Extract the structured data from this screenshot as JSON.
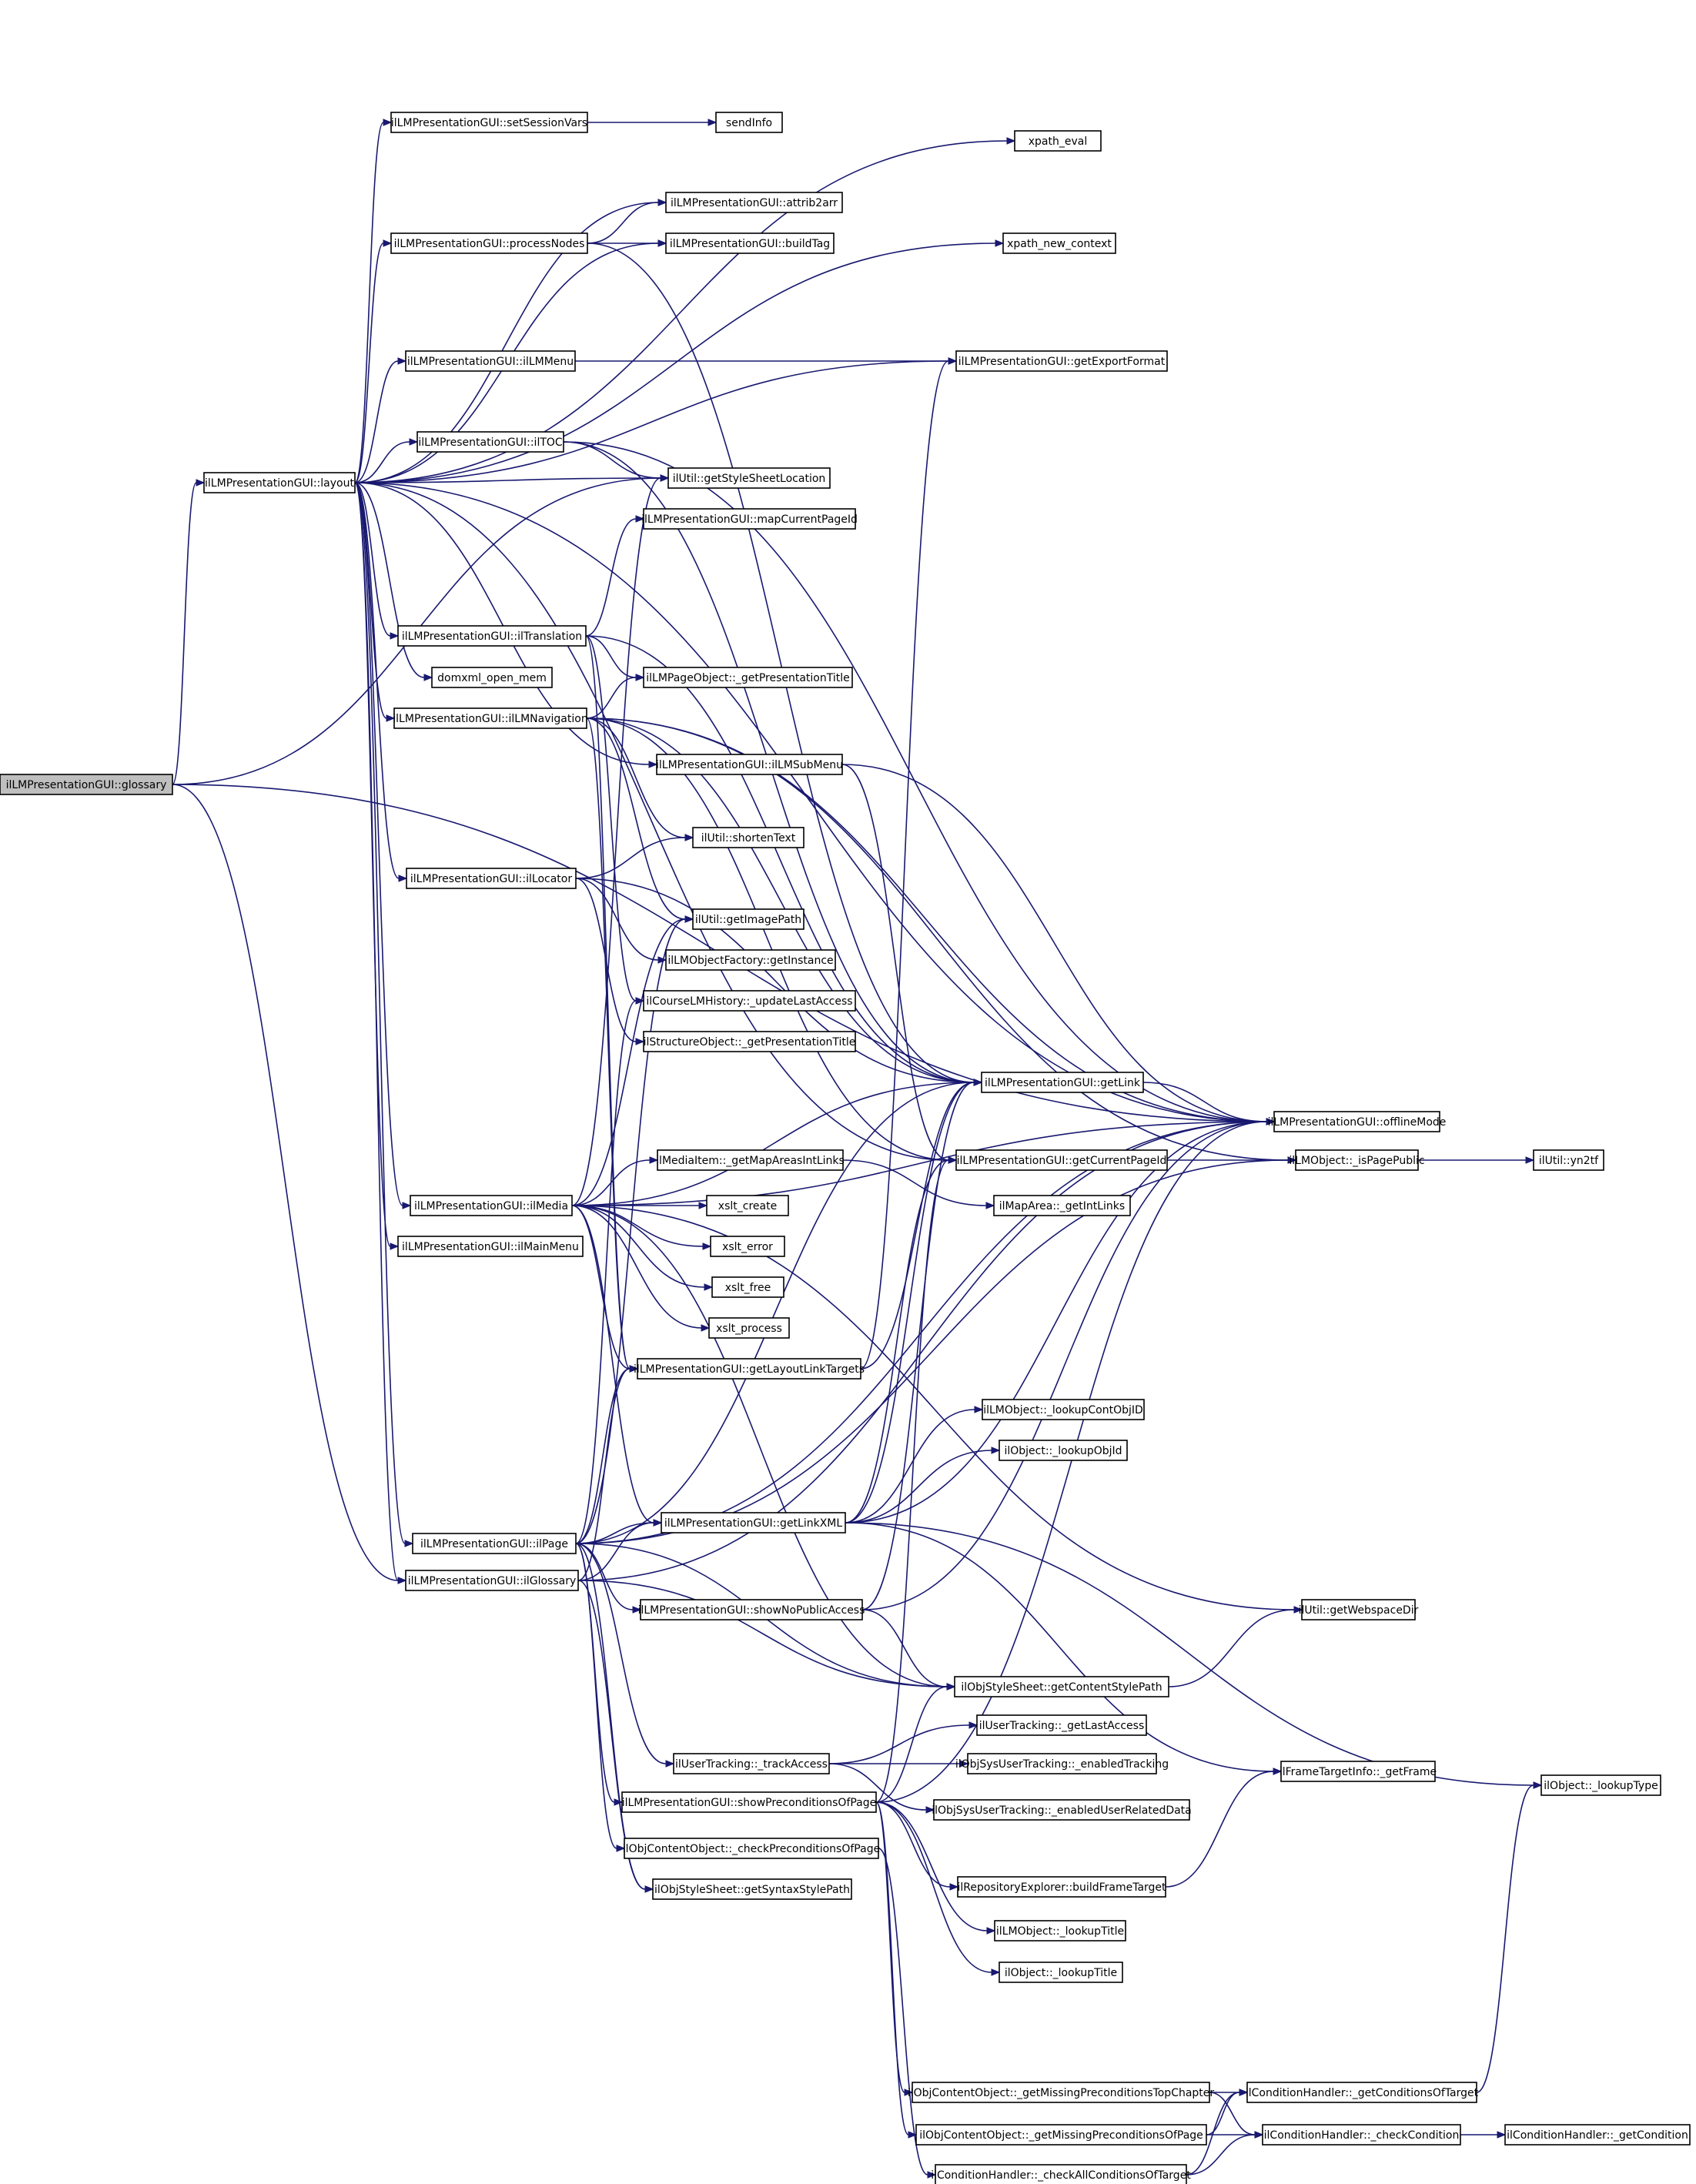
{
  "graph": {
    "type": "call-graph",
    "nodes": [
      {
        "id": "glossary",
        "label": "ilLMPresentationGUI::glossary"
      },
      {
        "id": "layout",
        "label": "ilLMPresentationGUI::layout"
      },
      {
        "id": "setSessionVars",
        "label": "ilLMPresentationGUI::setSessionVars"
      },
      {
        "id": "sendInfo",
        "label": "sendInfo"
      },
      {
        "id": "xpath_eval",
        "label": "xpath_eval"
      },
      {
        "id": "attrib2arr",
        "label": "ilLMPresentationGUI::attrib2arr"
      },
      {
        "id": "processNodes",
        "label": "ilLMPresentationGUI::processNodes"
      },
      {
        "id": "buildTag",
        "label": "ilLMPresentationGUI::buildTag"
      },
      {
        "id": "xpath_new_context",
        "label": "xpath_new_context"
      },
      {
        "id": "ilLMMenu",
        "label": "ilLMPresentationGUI::ilLMMenu"
      },
      {
        "id": "getExportFormat",
        "label": "ilLMPresentationGUI::getExportFormat"
      },
      {
        "id": "ilTOC",
        "label": "ilLMPresentationGUI::ilTOC"
      },
      {
        "id": "getStyleSheetLocation",
        "label": "ilUtil::getStyleSheetLocation"
      },
      {
        "id": "mapCurrentPageId",
        "label": "ilLMPresentationGUI::mapCurrentPageId"
      },
      {
        "id": "ilTranslation",
        "label": "ilLMPresentationGUI::ilTranslation"
      },
      {
        "id": "domxml_open_mem",
        "label": "domxml_open_mem"
      },
      {
        "id": "pageGetPresentationTitle",
        "label": "ilLMPageObject::_getPresentationTitle"
      },
      {
        "id": "ilLMNavigation",
        "label": "ilLMPresentationGUI::ilLMNavigation"
      },
      {
        "id": "ilLMSubMenu",
        "label": "ilLMPresentationGUI::ilLMSubMenu"
      },
      {
        "id": "shortenText",
        "label": "ilUtil::shortenText"
      },
      {
        "id": "ilLocator",
        "label": "ilLMPresentationGUI::ilLocator"
      },
      {
        "id": "getImagePath",
        "label": "ilUtil::getImagePath"
      },
      {
        "id": "getInstance",
        "label": "ilLMObjectFactory::getInstance"
      },
      {
        "id": "updateLastAccess",
        "label": "ilCourseLMHistory::_updateLastAccess"
      },
      {
        "id": "structGetPresentationTitle",
        "label": "ilStructureObject::_getPresentationTitle"
      },
      {
        "id": "getLink",
        "label": "ilLMPresentationGUI::getLink"
      },
      {
        "id": "offlineMode",
        "label": "ilLMPresentationGUI::offlineMode"
      },
      {
        "id": "getMapAreasIntLinks",
        "label": "ilMediaItem::_getMapAreasIntLinks"
      },
      {
        "id": "getCurrentPageId",
        "label": "ilLMPresentationGUI::getCurrentPageId"
      },
      {
        "id": "isPagePublic",
        "label": "ilLMObject::_isPagePublic"
      },
      {
        "id": "yn2tf",
        "label": "ilUtil::yn2tf"
      },
      {
        "id": "ilMedia",
        "label": "ilLMPresentationGUI::ilMedia"
      },
      {
        "id": "xslt_create",
        "label": "xslt_create"
      },
      {
        "id": "getIntLinks",
        "label": "ilMapArea::_getIntLinks"
      },
      {
        "id": "ilMainMenu",
        "label": "ilLMPresentationGUI::ilMainMenu"
      },
      {
        "id": "xslt_error",
        "label": "xslt_error"
      },
      {
        "id": "xslt_free",
        "label": "xslt_free"
      },
      {
        "id": "xslt_process",
        "label": "xslt_process"
      },
      {
        "id": "getLayoutLinkTargets",
        "label": "ilLMPresentationGUI::getLayoutLinkTargets"
      },
      {
        "id": "lookupContObjID",
        "label": "ilLMObject::_lookupContObjID"
      },
      {
        "id": "lookupObjId",
        "label": "ilObject::_lookupObjId"
      },
      {
        "id": "ilPage",
        "label": "ilLMPresentationGUI::ilPage"
      },
      {
        "id": "getLinkXML",
        "label": "ilLMPresentationGUI::getLinkXML"
      },
      {
        "id": "ilGlossary",
        "label": "ilLMPresentationGUI::ilGlossary"
      },
      {
        "id": "showNoPublicAccess",
        "label": "ilLMPresentationGUI::showNoPublicAccess"
      },
      {
        "id": "getWebspaceDir",
        "label": "ilUtil::getWebspaceDir"
      },
      {
        "id": "getContentStylePath",
        "label": "ilObjStyleSheet::getContentStylePath"
      },
      {
        "id": "getLastAccess",
        "label": "ilUserTracking::_getLastAccess"
      },
      {
        "id": "trackAccess",
        "label": "ilUserTracking::_trackAccess"
      },
      {
        "id": "enabledTracking",
        "label": "ilObjSysUserTracking::_enabledTracking"
      },
      {
        "id": "getFrame",
        "label": "ilFrameTargetInfo::_getFrame"
      },
      {
        "id": "lookupType",
        "label": "ilObject::_lookupType"
      },
      {
        "id": "showPreconditionsOfPage",
        "label": "ilLMPresentationGUI::showPreconditionsOfPage"
      },
      {
        "id": "enabledUserRelatedData",
        "label": "ilObjSysUserTracking::_enabledUserRelatedData"
      },
      {
        "id": "checkPreconditionsOfPage",
        "label": "ilObjContentObject::_checkPreconditionsOfPage"
      },
      {
        "id": "buildFrameTarget",
        "label": "ilRepositoryExplorer::buildFrameTarget"
      },
      {
        "id": "getSyntaxStylePath",
        "label": "ilObjStyleSheet::getSyntaxStylePath"
      },
      {
        "id": "lmLookupTitle",
        "label": "ilLMObject::_lookupTitle"
      },
      {
        "id": "objLookupTitle",
        "label": "ilObject::_lookupTitle"
      },
      {
        "id": "missingTopChapter",
        "label": "ilObjContentObject::_getMissingPreconditionsTopChapter"
      },
      {
        "id": "getConditionsOfTarget",
        "label": "ilConditionHandler::_getConditionsOfTarget"
      },
      {
        "id": "missingOfPage",
        "label": "ilObjContentObject::_getMissingPreconditionsOfPage"
      },
      {
        "id": "checkCondition",
        "label": "ilConditionHandler::_checkCondition"
      },
      {
        "id": "getCondition",
        "label": "ilConditionHandler::_getCondition"
      },
      {
        "id": "checkAllConditions",
        "label": "ilConditionHandler::_checkAllConditionsOfTarget"
      }
    ],
    "edges": [
      [
        "glossary",
        "layout"
      ],
      [
        "glossary",
        "ilGlossary"
      ],
      [
        "glossary",
        "offlineMode"
      ],
      [
        "glossary",
        "getStyleSheetLocation"
      ],
      [
        "layout",
        "setSessionVars"
      ],
      [
        "layout",
        "xpath_eval"
      ],
      [
        "layout",
        "attrib2arr"
      ],
      [
        "layout",
        "processNodes"
      ],
      [
        "layout",
        "buildTag"
      ],
      [
        "layout",
        "xpath_new_context"
      ],
      [
        "layout",
        "ilLMMenu"
      ],
      [
        "layout",
        "getExportFormat"
      ],
      [
        "layout",
        "ilTOC"
      ],
      [
        "layout",
        "getStyleSheetLocation"
      ],
      [
        "layout",
        "ilTranslation"
      ],
      [
        "layout",
        "domxml_open_mem"
      ],
      [
        "layout",
        "ilLMNavigation"
      ],
      [
        "layout",
        "ilLMSubMenu"
      ],
      [
        "layout",
        "ilLocator"
      ],
      [
        "layout",
        "ilMedia"
      ],
      [
        "layout",
        "ilMainMenu"
      ],
      [
        "layout",
        "ilPage"
      ],
      [
        "layout",
        "ilGlossary"
      ],
      [
        "layout",
        "offlineMode"
      ],
      [
        "layout",
        "getCurrentPageId"
      ],
      [
        "setSessionVars",
        "sendInfo"
      ],
      [
        "processNodes",
        "attrib2arr"
      ],
      [
        "processNodes",
        "buildTag"
      ],
      [
        "processNodes",
        "getLink"
      ],
      [
        "ilLMMenu",
        "getExportFormat"
      ],
      [
        "ilTOC",
        "getStyleSheetLocation"
      ],
      [
        "ilTOC",
        "offlineMode"
      ],
      [
        "ilTOC",
        "getLink"
      ],
      [
        "ilTranslation",
        "mapCurrentPageId"
      ],
      [
        "ilTranslation",
        "pageGetPresentationTitle"
      ],
      [
        "ilTranslation",
        "getLink"
      ],
      [
        "ilTranslation",
        "updateLastAccess"
      ],
      [
        "ilTranslation",
        "getLayoutLinkTargets"
      ],
      [
        "ilLMNavigation",
        "pageGetPresentationTitle"
      ],
      [
        "ilLMNavigation",
        "shortenText"
      ],
      [
        "ilLMNavigation",
        "getImagePath"
      ],
      [
        "ilLMNavigation",
        "getLink"
      ],
      [
        "ilLMNavigation",
        "getCurrentPageId"
      ],
      [
        "ilLMNavigation",
        "offlineMode"
      ],
      [
        "ilLMNavigation",
        "isPagePublic"
      ],
      [
        "ilLMNavigation",
        "getLayoutLinkTargets"
      ],
      [
        "ilLMSubMenu",
        "offlineMode"
      ],
      [
        "ilLMSubMenu",
        "getCurrentPageId"
      ],
      [
        "ilLocator",
        "shortenText"
      ],
      [
        "ilLocator",
        "getInstance"
      ],
      [
        "ilLocator",
        "structGetPresentationTitle"
      ],
      [
        "ilLocator",
        "getLink"
      ],
      [
        "getLink",
        "offlineMode"
      ],
      [
        "getCurrentPageId",
        "isPagePublic"
      ],
      [
        "isPagePublic",
        "yn2tf"
      ],
      [
        "ilMedia",
        "getImagePath"
      ],
      [
        "ilMedia",
        "getStyleSheetLocation"
      ],
      [
        "ilMedia",
        "getLink"
      ],
      [
        "ilMedia",
        "offlineMode"
      ],
      [
        "ilMedia",
        "getMapAreasIntLinks"
      ],
      [
        "ilMedia",
        "xslt_create"
      ],
      [
        "ilMedia",
        "xslt_error"
      ],
      [
        "ilMedia",
        "xslt_free"
      ],
      [
        "ilMedia",
        "xslt_process"
      ],
      [
        "ilMedia",
        "getLayoutLinkTargets"
      ],
      [
        "ilMedia",
        "getLinkXML"
      ],
      [
        "ilMedia",
        "getWebspaceDir"
      ],
      [
        "ilMedia",
        "getContentStylePath"
      ],
      [
        "getMapAreasIntLinks",
        "getIntLinks"
      ],
      [
        "getLayoutLinkTargets",
        "getLink"
      ],
      [
        "getLayoutLinkTargets",
        "getExportFormat"
      ],
      [
        "ilPage",
        "getLinkXML"
      ],
      [
        "ilPage",
        "updateLastAccess"
      ],
      [
        "ilPage",
        "getLayoutLinkTargets"
      ],
      [
        "ilPage",
        "showNoPublicAccess"
      ],
      [
        "ilPage",
        "getContentStylePath"
      ],
      [
        "ilPage",
        "trackAccess"
      ],
      [
        "ilPage",
        "showPreconditionsOfPage"
      ],
      [
        "ilPage",
        "checkPreconditionsOfPage"
      ],
      [
        "ilPage",
        "getSyntaxStylePath"
      ],
      [
        "ilPage",
        "offlineMode"
      ],
      [
        "ilPage",
        "isPagePublic"
      ],
      [
        "ilPage",
        "getImagePath"
      ],
      [
        "ilPage",
        "getLink"
      ],
      [
        "getLinkXML",
        "lookupContObjID"
      ],
      [
        "getLinkXML",
        "lookupObjId"
      ],
      [
        "getLinkXML",
        "lookupType"
      ],
      [
        "getLinkXML",
        "getFrame"
      ],
      [
        "getLinkXML",
        "getLink"
      ],
      [
        "getLinkXML",
        "getCurrentPageId"
      ],
      [
        "getLinkXML",
        "offlineMode"
      ],
      [
        "ilGlossary",
        "getLinkXML"
      ],
      [
        "ilGlossary",
        "getLayoutLinkTargets"
      ],
      [
        "ilGlossary",
        "getContentStylePath"
      ],
      [
        "ilGlossary",
        "getSyntaxStylePath"
      ],
      [
        "ilGlossary",
        "offlineMode"
      ],
      [
        "showNoPublicAccess",
        "getContentStylePath"
      ],
      [
        "showNoPublicAccess",
        "offlineMode"
      ],
      [
        "showNoPublicAccess",
        "getLink"
      ],
      [
        "getContentStylePath",
        "getWebspaceDir"
      ],
      [
        "trackAccess",
        "getLastAccess"
      ],
      [
        "trackAccess",
        "enabledTracking"
      ],
      [
        "trackAccess",
        "enabledUserRelatedData"
      ],
      [
        "showPreconditionsOfPage",
        "getContentStylePath"
      ],
      [
        "showPreconditionsOfPage",
        "buildFrameTarget"
      ],
      [
        "showPreconditionsOfPage",
        "lmLookupTitle"
      ],
      [
        "showPreconditionsOfPage",
        "objLookupTitle"
      ],
      [
        "showPreconditionsOfPage",
        "missingTopChapter"
      ],
      [
        "showPreconditionsOfPage",
        "missingOfPage"
      ],
      [
        "showPreconditionsOfPage",
        "offlineMode"
      ],
      [
        "showPreconditionsOfPage",
        "getCurrentPageId"
      ],
      [
        "buildFrameTarget",
        "getFrame"
      ],
      [
        "checkPreconditionsOfPage",
        "checkAllConditions"
      ],
      [
        "missingTopChapter",
        "getConditionsOfTarget"
      ],
      [
        "missingTopChapter",
        "checkCondition"
      ],
      [
        "missingOfPage",
        "getConditionsOfTarget"
      ],
      [
        "missingOfPage",
        "checkCondition"
      ],
      [
        "checkAllConditions",
        "getConditionsOfTarget"
      ],
      [
        "checkAllConditions",
        "checkCondition"
      ],
      [
        "getConditionsOfTarget",
        "lookupType"
      ],
      [
        "checkCondition",
        "getCondition"
      ]
    ]
  }
}
